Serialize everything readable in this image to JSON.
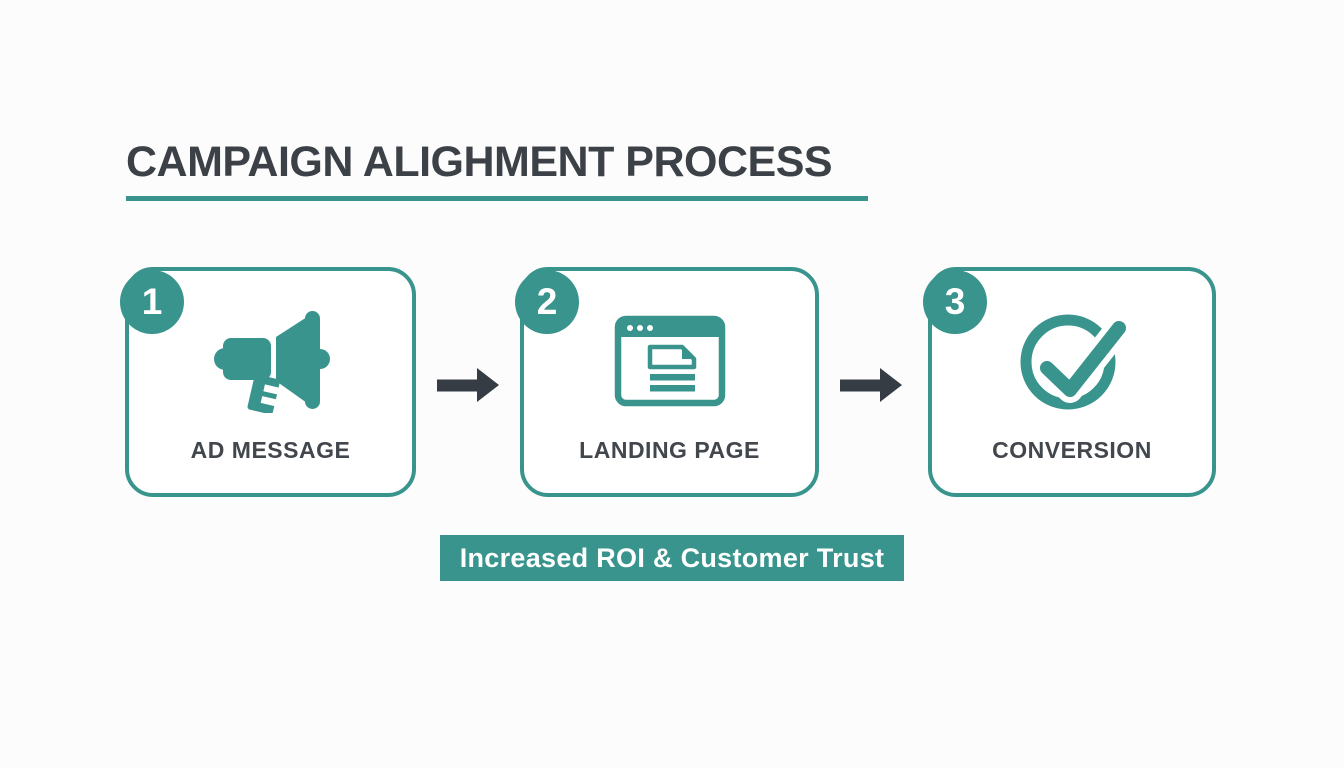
{
  "title": {
    "text": "CAMPAIGN ALIGHMENT PROCESS"
  },
  "steps": [
    {
      "number": "1",
      "label": "AD MESSAGE",
      "icon": "megaphone-icon"
    },
    {
      "number": "2",
      "label": "LANDING PAGE",
      "icon": "browser-window-icon"
    },
    {
      "number": "3",
      "label": "CONVERSION",
      "icon": "check-circle-icon"
    }
  ],
  "connectors": [
    {
      "icon": "arrow-right-icon"
    },
    {
      "icon": "arrow-right-icon"
    }
  ],
  "banner": {
    "text": "Increased ROI & Customer Trust"
  },
  "colors": {
    "accent": "#38948C",
    "dark": "#3C4147",
    "arrow": "#363C43",
    "background": "#FCFCFC",
    "box_fill": "#FFFFFF",
    "banner_text": "#FFFFFF"
  }
}
